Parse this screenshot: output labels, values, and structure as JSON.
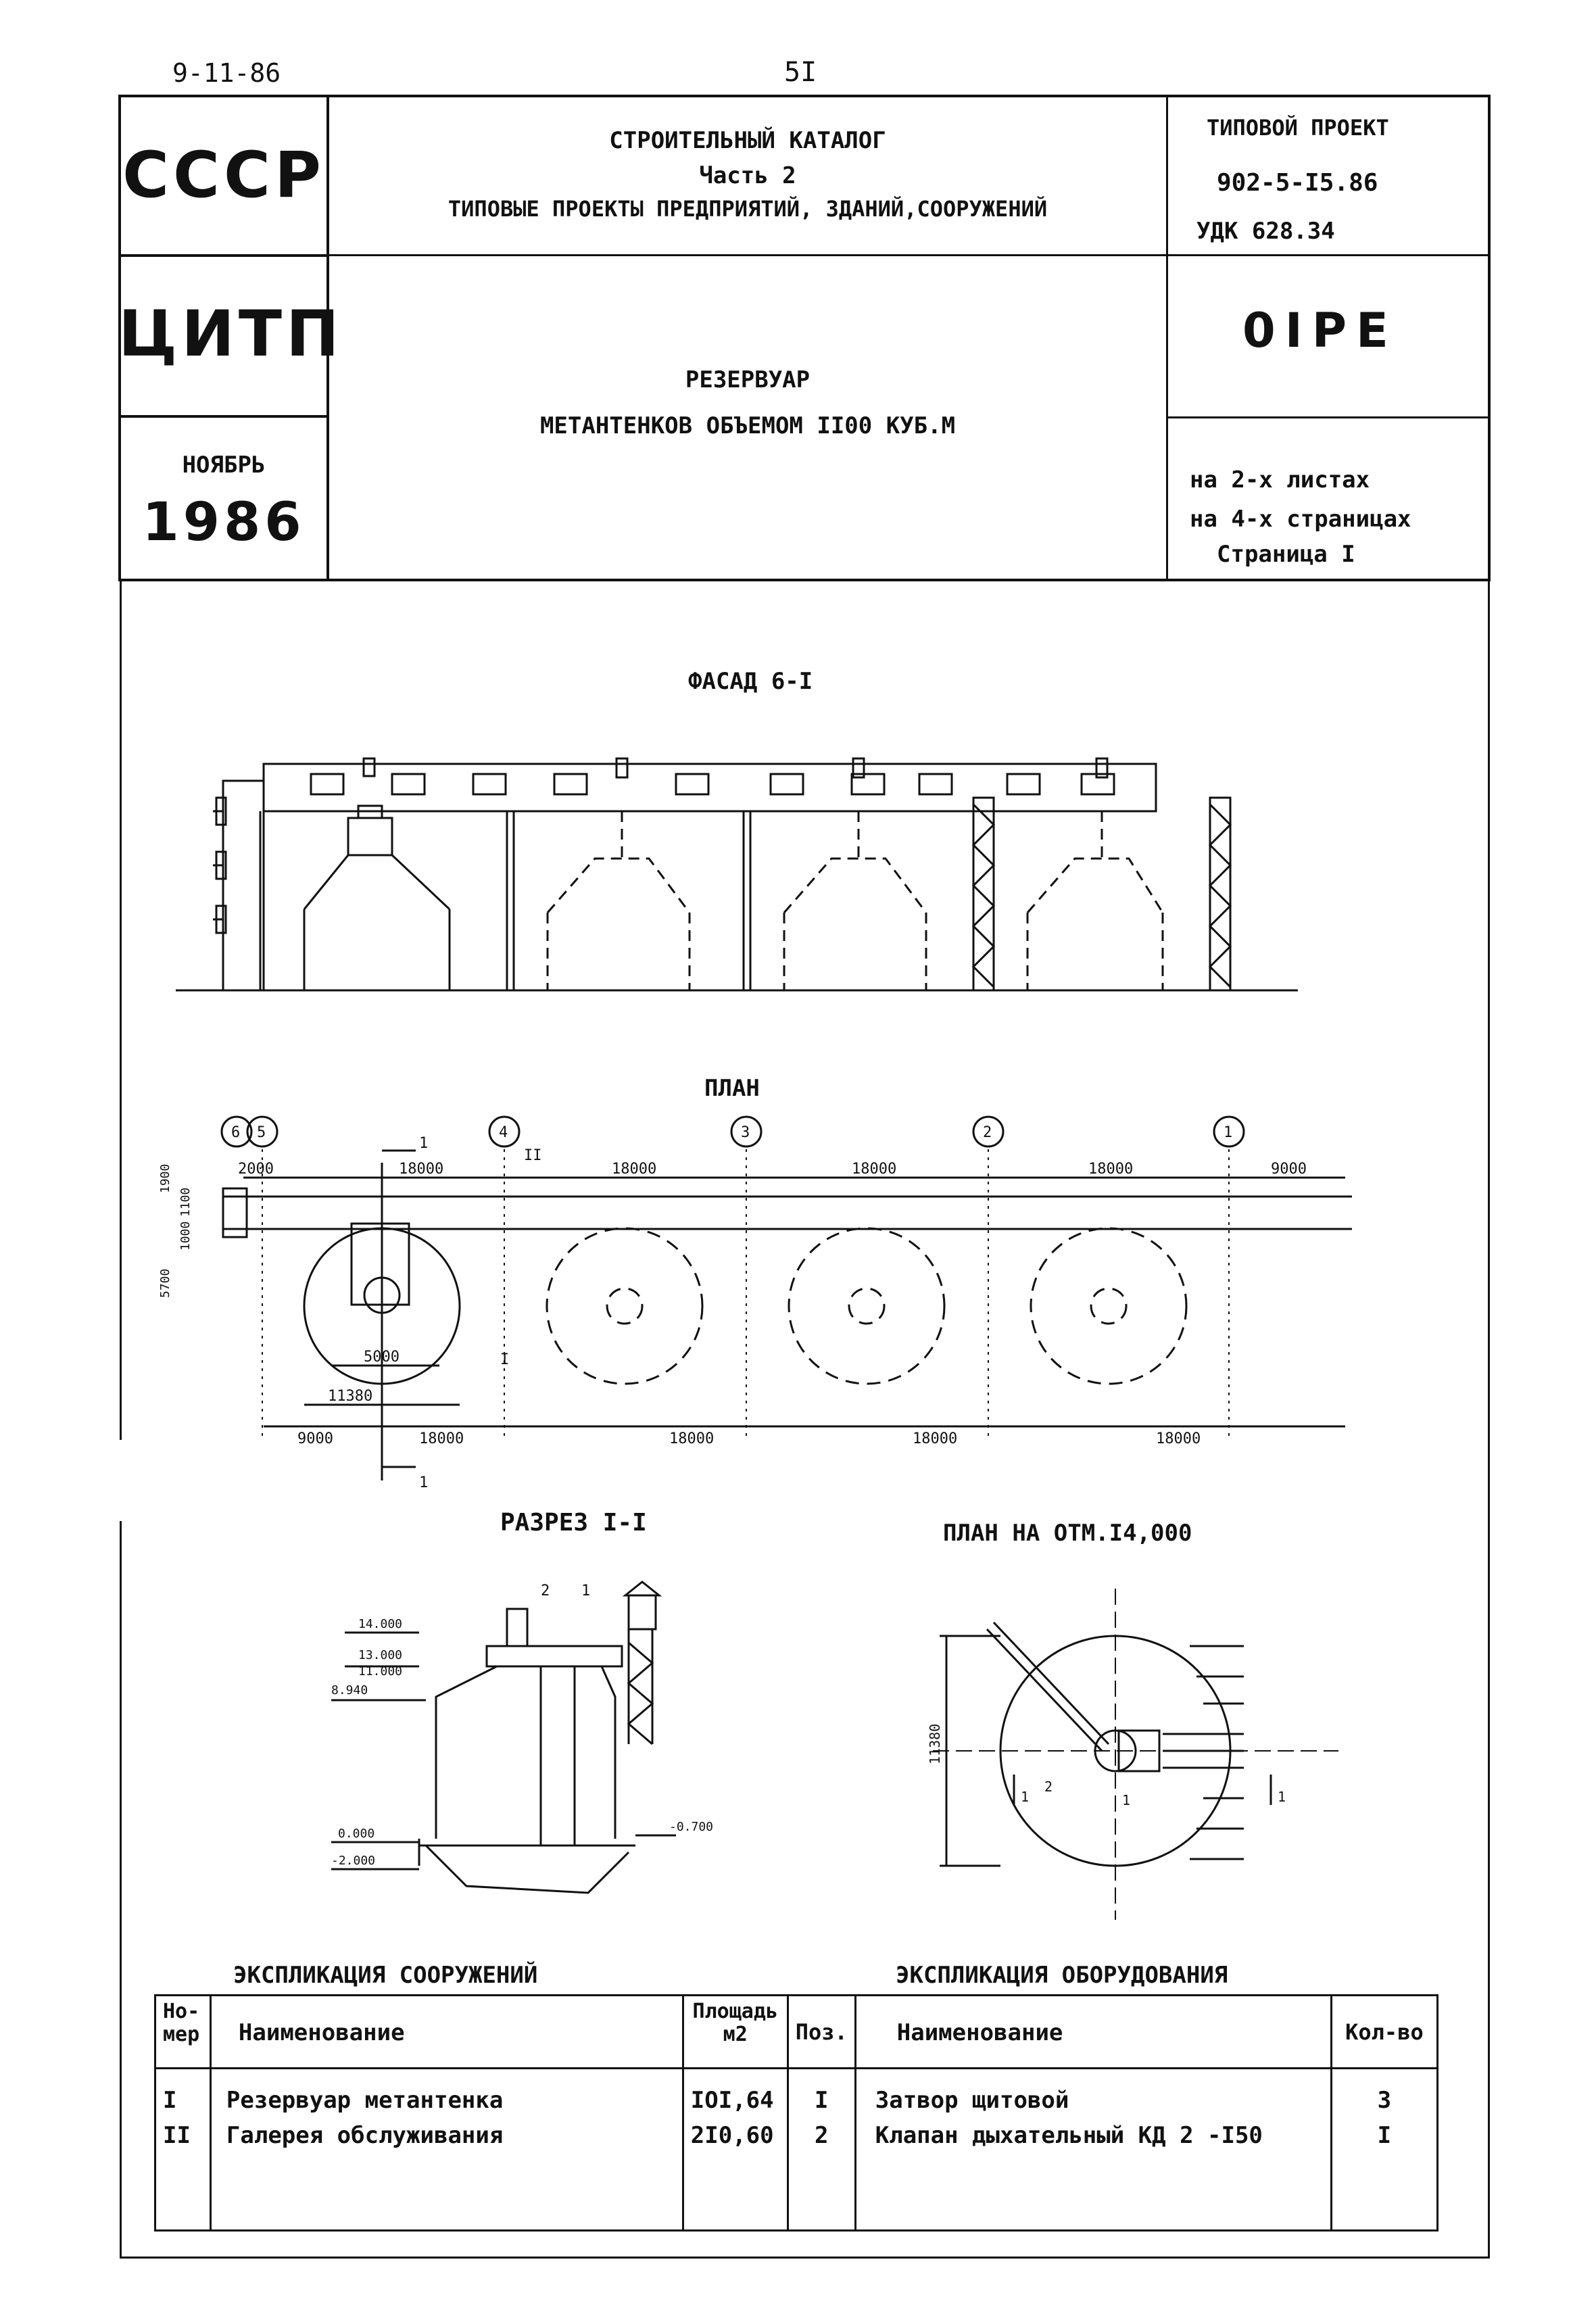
{
  "header": {
    "doc_date": "9-11-86",
    "page_number": "5I",
    "org1": "СССР",
    "org2": "ЦИТП",
    "catalog_line1": "СТРОИТЕЛЬНЫЙ КАТАЛОГ",
    "catalog_line2": "Часть 2",
    "catalog_line3": "ТИПОВЫЕ ПРОЕКТЫ ПРЕДПРИЯТИЙ, ЗДАНИЙ,СООРУЖЕНИЙ",
    "project_label": "ТИПОВОЙ ПРОЕКТ",
    "project_number": "902-5-I5.86",
    "udk": "УДК 628.34",
    "code": "0IPE",
    "month": "НОЯБРЬ",
    "year": "1986",
    "title_line1": "РЕЗЕРВУАР",
    "title_line2": "МЕТАНТЕНКОВ ОБЪЕМОМ  II00 КУБ.М",
    "sheets_line1": "на 2-х листах",
    "sheets_line2": "на 4-х страницах",
    "sheets_line3": "Страница I"
  },
  "drawings": {
    "facade_title": "ФАСАД 6-I",
    "plan_title": "ПЛАН",
    "section_title": "РАЗРЕЗ I-I",
    "plan14_title": "ПЛАН  НА  ОТМ.I4,000",
    "axes": [
      "6",
      "5",
      "4",
      "3",
      "2",
      "1"
    ],
    "section_mark": "1",
    "gallery_mark": "II",
    "structure_mark": "I",
    "top_dims": [
      "2000",
      "18000",
      "18000",
      "18000",
      "18000",
      "9000"
    ],
    "bottom_dims": [
      "9000",
      "18000",
      "18000",
      "18000",
      "18000"
    ],
    "side_dims": [
      "1900",
      "1100",
      "1000",
      "5700"
    ],
    "diameter_dim": "11380",
    "inner_dim": "5000",
    "elevations": [
      "14.000",
      "13.000",
      "11.000",
      "8.940",
      "0.000",
      "-2.000",
      "-0.700"
    ],
    "callouts": [
      "1",
      "2"
    ]
  },
  "explication_structures": {
    "title": "ЭКСПЛИКАЦИЯ СООРУЖЕНИЙ",
    "col_number": "Но-мер",
    "col_name": "Наименование",
    "col_area": "Площадь м2",
    "rows": [
      {
        "num": "I",
        "name": "Резервуар метантенка",
        "area": "IOI,64"
      },
      {
        "num": "II",
        "name": "Галерея обслуживания",
        "area": "2I0,60"
      }
    ]
  },
  "explication_equipment": {
    "title": "ЭКСПЛИКАЦИЯ ОБОРУДОВАНИЯ",
    "col_pos": "Поз.",
    "col_name": "Наименование",
    "col_qty": "Кол-во",
    "rows": [
      {
        "pos": "I",
        "name": "Затвор щитовой",
        "qty": "3"
      },
      {
        "pos": "2",
        "name": "Клапан дыхательный КД 2 -I50",
        "qty": "I"
      }
    ]
  }
}
